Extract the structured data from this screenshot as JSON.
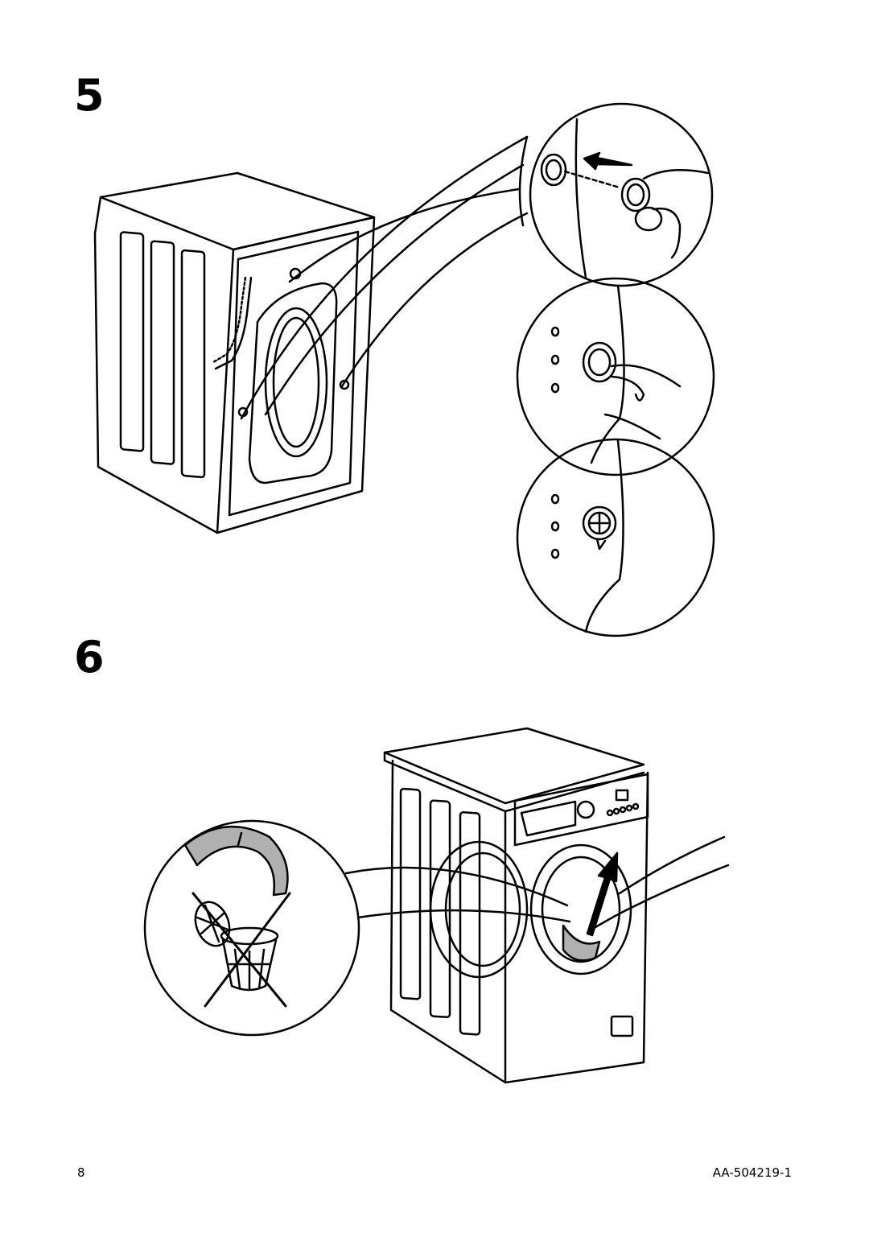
{
  "steps": [
    {
      "number": "5"
    },
    {
      "number": "6"
    }
  ],
  "footer": {
    "page_number": "8",
    "document_code": "AA-504219-1"
  },
  "colors": {
    "line": "#000000",
    "background": "#ffffff",
    "filter_fill": "#b0b0b0"
  }
}
